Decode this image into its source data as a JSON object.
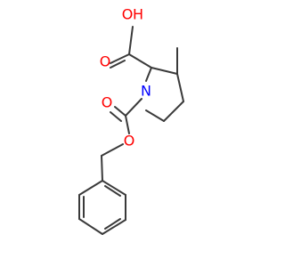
{
  "colors": {
    "background": "#ffffff",
    "bond": "#3a3a3a",
    "oxygen": "#ff0000",
    "nitrogen": "#0000ff"
  },
  "atoms": {
    "hydroxyl_oxygen": "O",
    "hydroxyl_hydrogen": "H",
    "carboxyl_carbonyl_oxygen": "O",
    "ring_nitrogen": "N",
    "carbamate_carbonyl_oxygen": "O",
    "ester_oxygen": "O"
  }
}
